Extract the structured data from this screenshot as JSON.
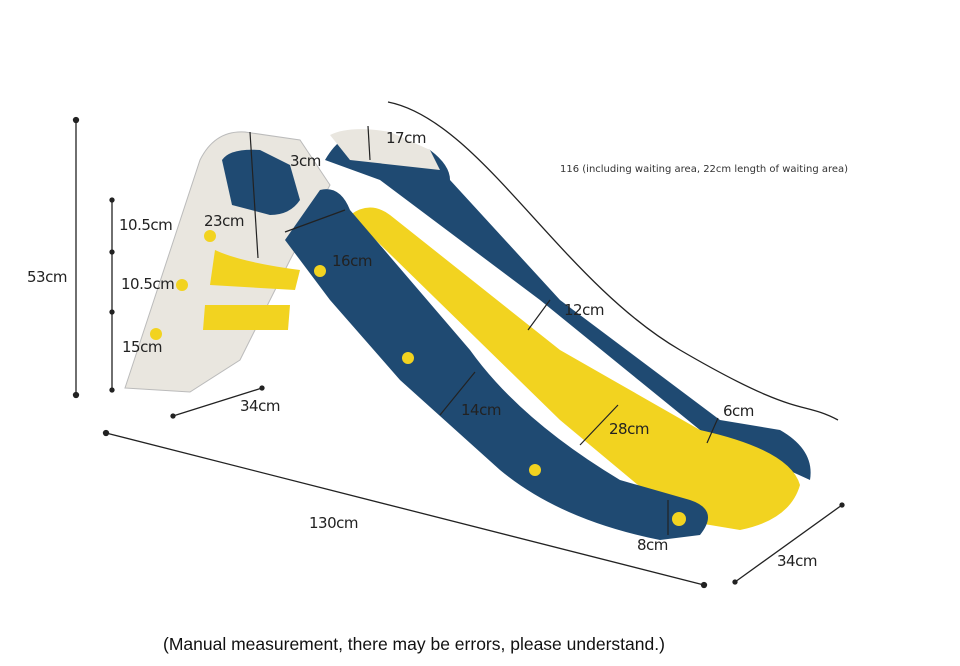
{
  "dimensions": {
    "total_height": "53cm",
    "step_1": "10.5cm",
    "step_2": "10.5cm",
    "step_3": "15cm",
    "platform_height": "23cm",
    "platform_rim": "3cm",
    "rail_top": "17cm",
    "side_wall": "16cm",
    "rail_height": "12cm",
    "side_panel": "14cm",
    "slide_width": "28cm",
    "rail_edge": "6cm",
    "ladder_depth": "34cm",
    "total_length": "130cm",
    "end_height": "8cm",
    "end_width": "34cm"
  },
  "slide_length_note": "116 (including waiting area, 22cm length of waiting area)",
  "caption": "(Manual measurement, there may be errors, please understand.)",
  "colors": {
    "blue": "#1f4a72",
    "yellow": "#f2d320",
    "white": "#e9e6df"
  }
}
